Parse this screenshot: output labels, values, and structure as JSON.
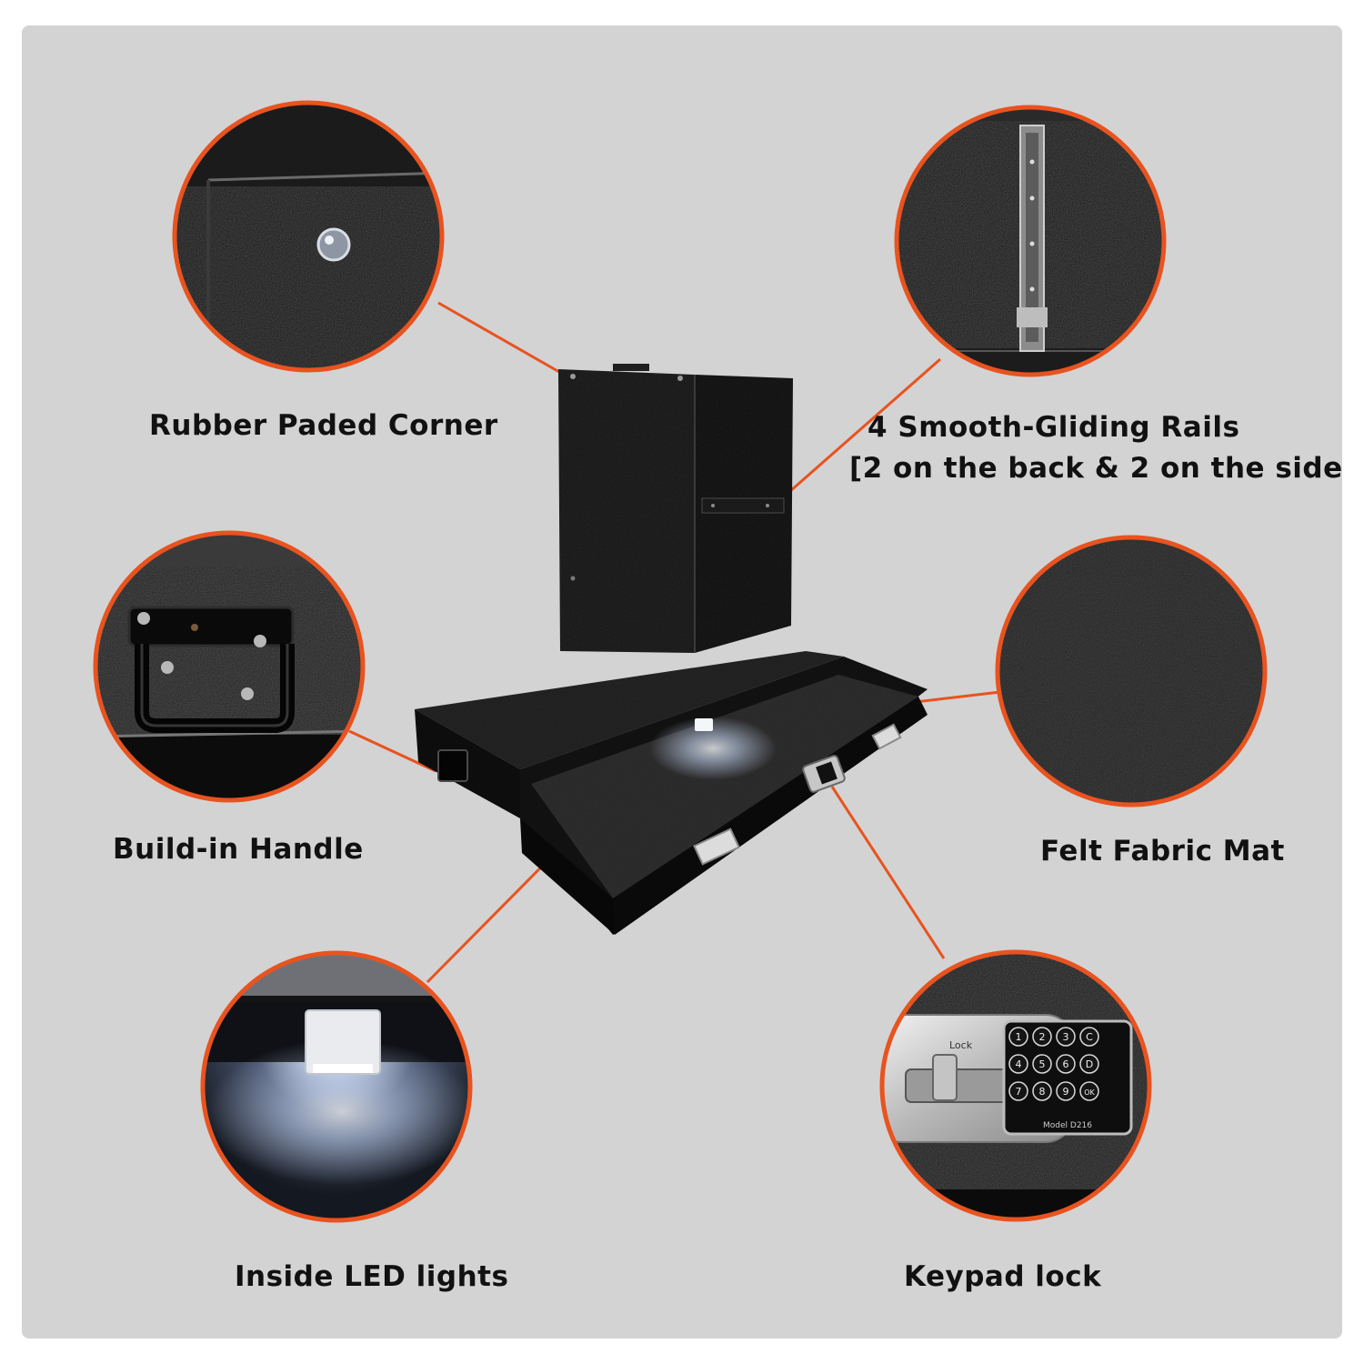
{
  "features": {
    "rubber_corner": {
      "label": "Rubber Paded Corner"
    },
    "rails": {
      "label_line1": "4 Smooth-Gliding Rails",
      "label_line2": "[2 on the back & 2 on the side]"
    },
    "handle": {
      "label": "Build-in Handle"
    },
    "felt_mat": {
      "label": "Felt Fabric Mat"
    },
    "led_lights": {
      "label": "Inside LED lights"
    },
    "keypad_lock": {
      "label": "Keypad lock",
      "model_text": "Model D216",
      "lock_text": "Lock"
    }
  },
  "keypad": {
    "keys": [
      "1",
      "2",
      "3",
      "C",
      "4",
      "5",
      "6",
      "D",
      "7",
      "8",
      "9",
      "OK"
    ]
  },
  "colors": {
    "accent_ring": "#e8531f",
    "background": "#d3d3d3",
    "connector_line": "#e8531f",
    "safe_body": "#141414"
  }
}
